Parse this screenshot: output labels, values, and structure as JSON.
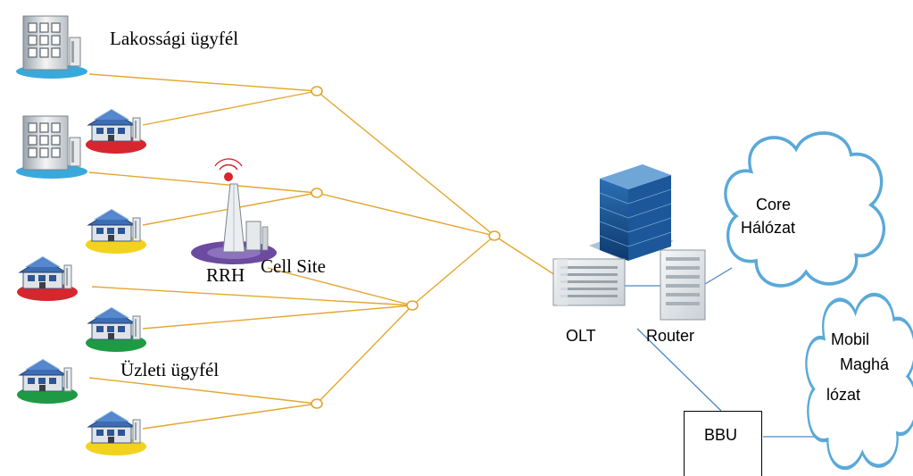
{
  "labels": {
    "residential": "Lakossági ügyfél",
    "business": "Üzleti ügyfél",
    "rrh": "RRH",
    "cell_site": "Cell Site",
    "olt": "OLT",
    "router": "Router",
    "bbu": "BBU",
    "core_line1": "Core",
    "core_line2": "Hálózat",
    "mobile_line1": "Mobil",
    "mobile_line2": "Maghá",
    "mobile_line3": "lózat"
  },
  "colors": {
    "fiber": "#e3a72f",
    "link": "#4a86c5",
    "cloud_stroke": "#5aa9d8",
    "disc_blue": "#39a9dc",
    "disc_red": "#d7262e",
    "disc_yellow": "#f2d21c",
    "disc_green": "#1e9a44",
    "disc_purple": "#6b4aa0"
  }
}
